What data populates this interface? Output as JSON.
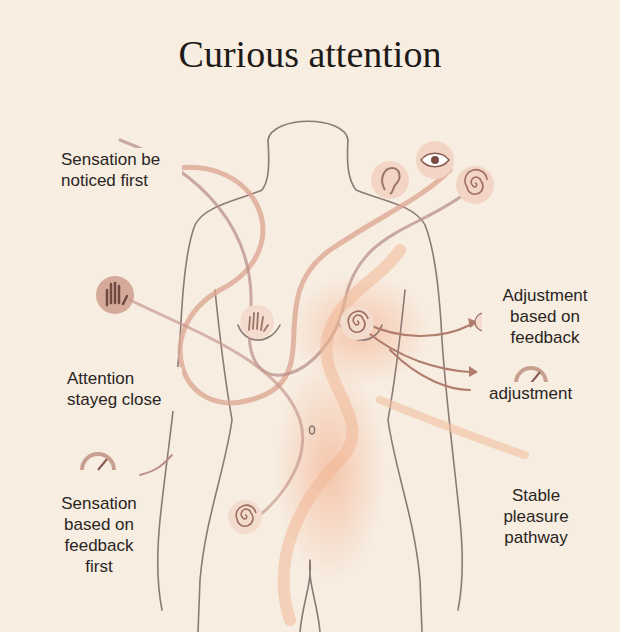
{
  "diagram": {
    "title": "Curious attention",
    "labels": [
      "Sensation be noticed first",
      "Attention stayeg close",
      "Sensation based on feedback first",
      "Adjustment based on feedback",
      "adjustment",
      "Stable pleasure pathway"
    ]
  }
}
